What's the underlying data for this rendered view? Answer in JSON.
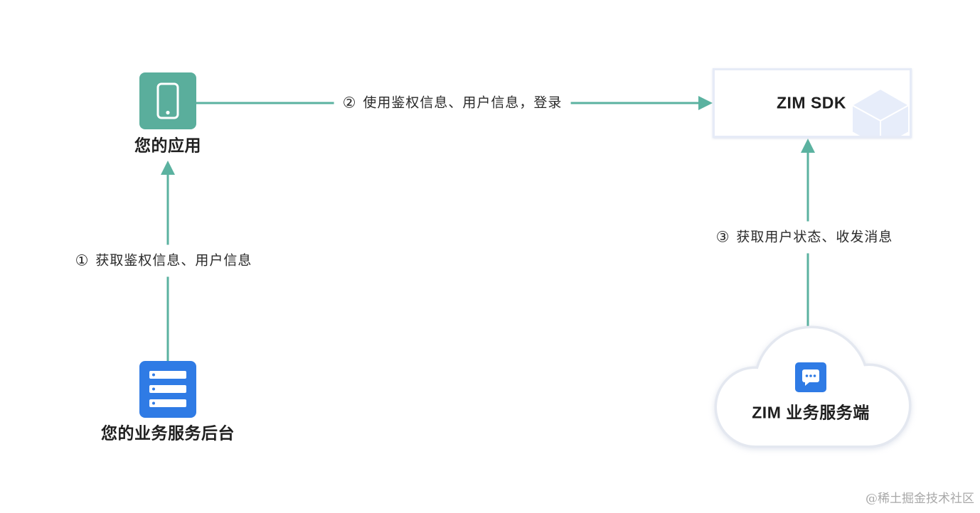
{
  "nodes": {
    "app": {
      "label": "您的应用",
      "icon": "phone-icon"
    },
    "sdk": {
      "label": "ZIM SDK",
      "icon": "cube-icon"
    },
    "backend": {
      "label": "您的业务服务后台",
      "icon": "server-icon"
    },
    "zim_server": {
      "label": "ZIM 业务服务端",
      "icon": "chat-icon",
      "container": "cloud-shape"
    }
  },
  "edges": [
    {
      "step": "①",
      "label": "获取鉴权信息、用户信息",
      "from": "backend",
      "to": "app"
    },
    {
      "step": "②",
      "label": "使用鉴权信息、用户信息，登录",
      "from": "app",
      "to": "sdk"
    },
    {
      "step": "③",
      "label": "获取用户状态、收发消息",
      "from": "zim_server",
      "to": "sdk"
    }
  ],
  "colors": {
    "arrow": "#5BB2A0",
    "app_tile": "#5AAE9C",
    "blue_tile": "#2F7BE5",
    "sdk_border": "#E6EBF7",
    "cube": "#E7EDFA",
    "cloud_border": "#E4E8F0",
    "text": "#1F1F1F"
  },
  "watermark": "@稀土掘金技术社区"
}
